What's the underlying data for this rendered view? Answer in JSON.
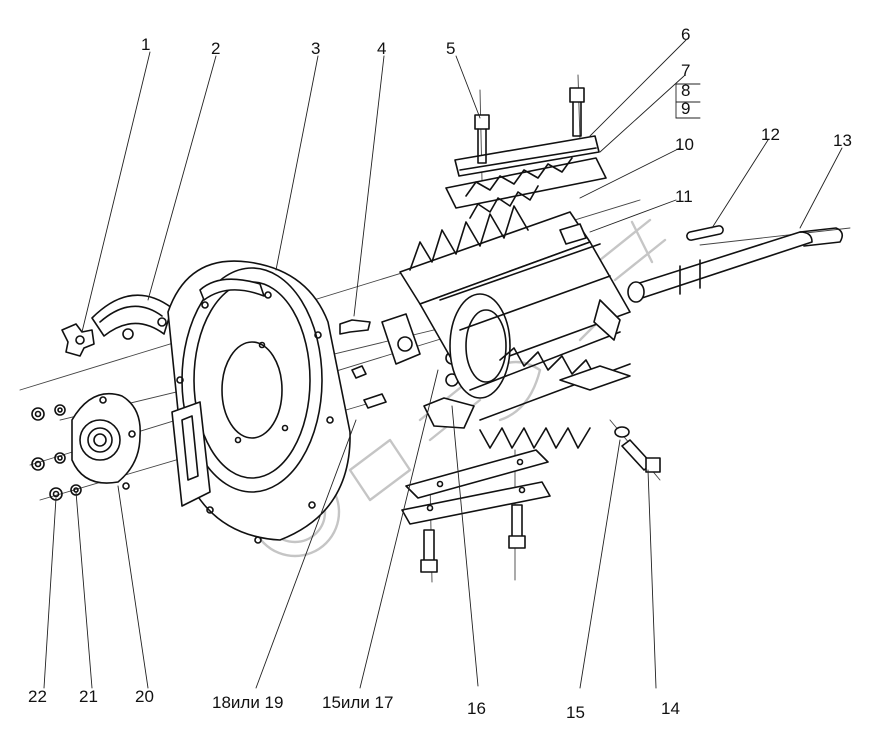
{
  "diagram": {
    "callouts": [
      "1",
      "2",
      "3",
      "4",
      "5",
      "6",
      "7",
      "8",
      "9",
      "10",
      "11",
      "12",
      "13",
      "14",
      "15",
      "15или 17",
      "16",
      "18или 19",
      "20",
      "21",
      "22"
    ],
    "watermark_text": "DVSOH",
    "colors": {
      "line": "#111111",
      "leader": "#222222",
      "watermark": "#bcbcbc",
      "background": "#ffffff"
    }
  }
}
